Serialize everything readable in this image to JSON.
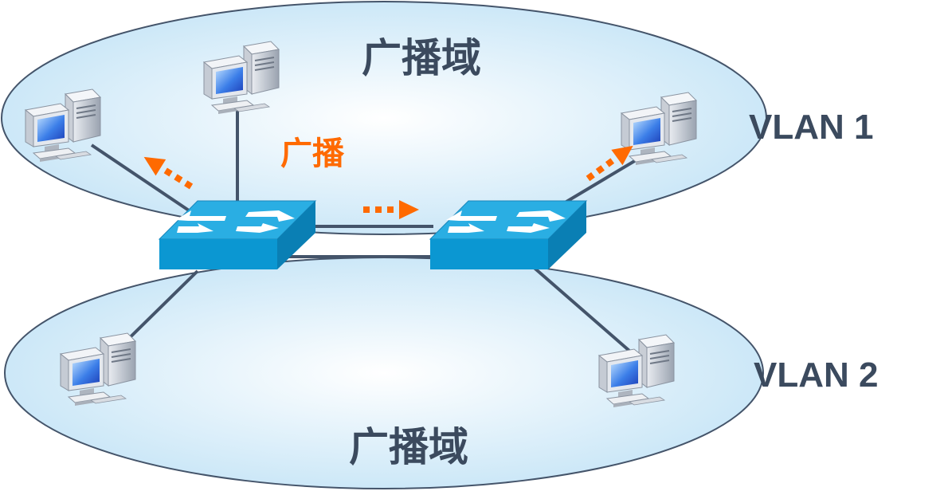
{
  "labels": {
    "vlan1_domain": "广播域",
    "vlan2_domain": "广播域",
    "vlan1": "VLAN 1",
    "vlan2": "VLAN 2",
    "broadcast": "广播"
  },
  "colors": {
    "ellipse_fill_light": "#ffffff",
    "ellipse_fill_dark": "#c2e3f6",
    "ellipse_stroke": "#44546a",
    "link": "#44546a",
    "text_dark": "#3b4a5e",
    "broadcast": "#ff6a00",
    "switch_top": "#2aaee3",
    "switch_front": "#0b97d2",
    "switch_side": "#0a7fb4"
  },
  "icons": {
    "computer": "desktop-computer-icon",
    "switch": "network-switch-icon",
    "arrow": "dotted-arrow-icon"
  }
}
